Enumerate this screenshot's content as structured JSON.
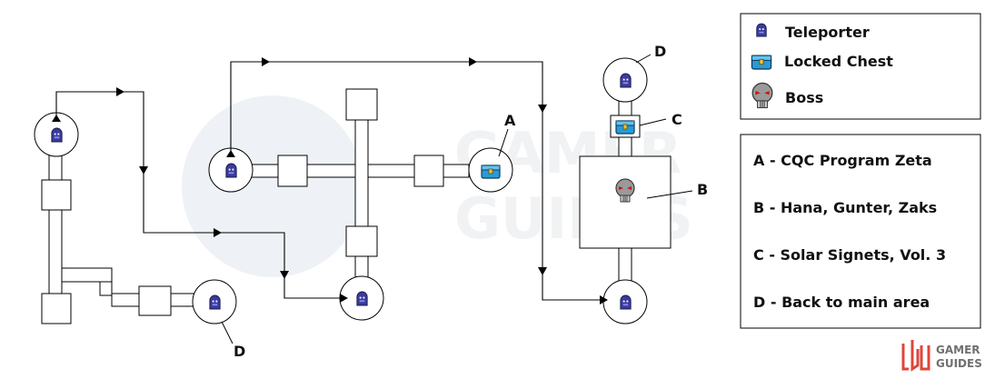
{
  "legend": {
    "icons": [
      {
        "icon": "teleporter-icon",
        "label": "Teleporter"
      },
      {
        "icon": "locked-chest-icon",
        "label": "Locked Chest"
      },
      {
        "icon": "boss-icon",
        "label": "Boss"
      }
    ],
    "entries": [
      "A - CQC Program Zeta",
      "B - Hana, Gunter, Zaks",
      "C - Solar Signets, Vol. 3",
      "D - Back to main area"
    ]
  },
  "markers": {
    "a": "A",
    "b": "B",
    "c": "C",
    "d_top": "D",
    "d_bottom": "D"
  },
  "watermark": {
    "line1": "GAMER",
    "line2": "GUIDES"
  },
  "brand": {
    "line1": "GAMER",
    "line2": "GUIDES"
  },
  "colors": {
    "teleporter": "#3b3b9e",
    "chest": "#2a9bd6",
    "boss": "#8a8a8a",
    "brand_red": "#e0453a",
    "watermark": "#e8edf2"
  }
}
